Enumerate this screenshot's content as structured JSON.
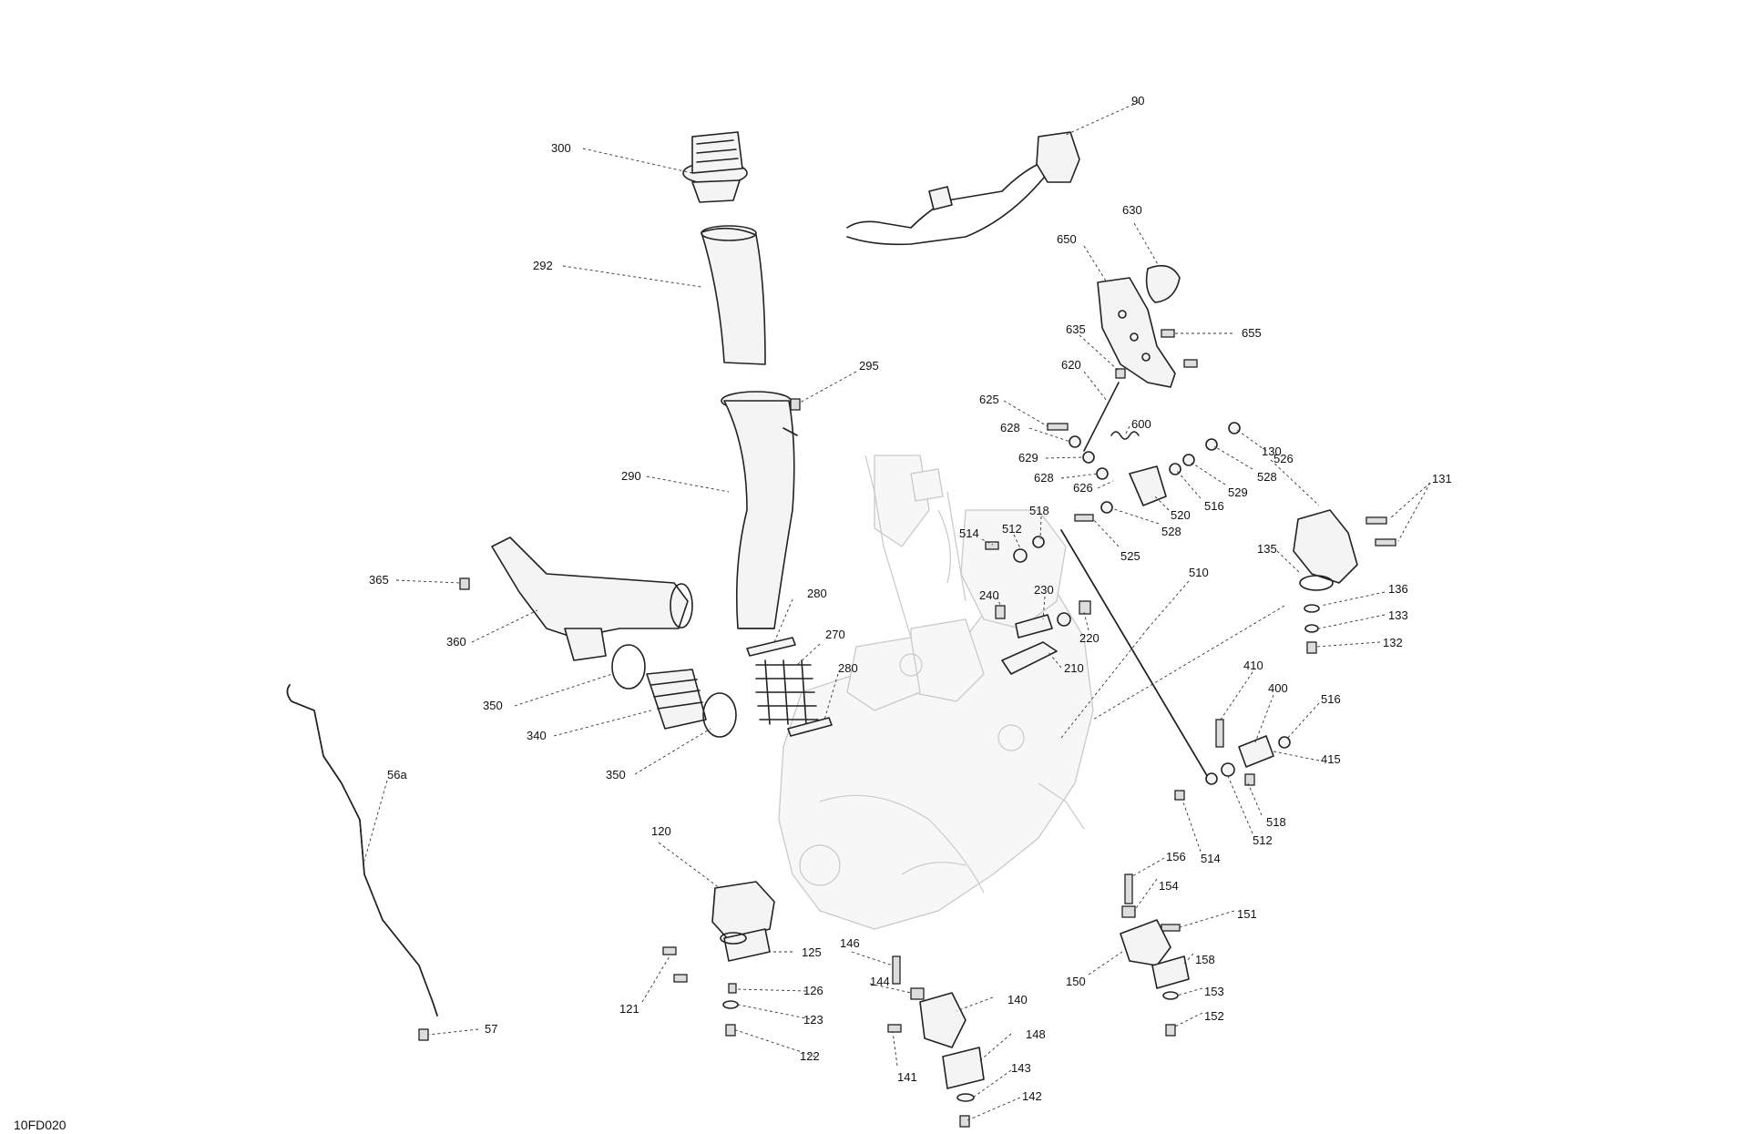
{
  "figure_ref": "10FD020",
  "callouts": [
    {
      "id": "c300",
      "label": "300"
    },
    {
      "id": "c292",
      "label": "292"
    },
    {
      "id": "c295",
      "label": "295"
    },
    {
      "id": "c290",
      "label": "290"
    },
    {
      "id": "c365",
      "label": "365"
    },
    {
      "id": "c360",
      "label": "360"
    },
    {
      "id": "c280a",
      "label": "280"
    },
    {
      "id": "c270",
      "label": "270"
    },
    {
      "id": "c280b",
      "label": "280"
    },
    {
      "id": "c350a",
      "label": "350"
    },
    {
      "id": "c340",
      "label": "340"
    },
    {
      "id": "c350b",
      "label": "350"
    },
    {
      "id": "c56a",
      "label": "56a"
    },
    {
      "id": "c57",
      "label": "57"
    },
    {
      "id": "c120",
      "label": "120"
    },
    {
      "id": "c125",
      "label": "125"
    },
    {
      "id": "c121",
      "label": "121"
    },
    {
      "id": "c126",
      "label": "126"
    },
    {
      "id": "c123",
      "label": "123"
    },
    {
      "id": "c122",
      "label": "122"
    },
    {
      "id": "c146",
      "label": "146"
    },
    {
      "id": "c144",
      "label": "144"
    },
    {
      "id": "c140",
      "label": "140"
    },
    {
      "id": "c141",
      "label": "141"
    },
    {
      "id": "c148",
      "label": "148"
    },
    {
      "id": "c143",
      "label": "143"
    },
    {
      "id": "c142",
      "label": "142"
    },
    {
      "id": "c90",
      "label": "90"
    },
    {
      "id": "c630",
      "label": "630"
    },
    {
      "id": "c650",
      "label": "650"
    },
    {
      "id": "c635",
      "label": "635"
    },
    {
      "id": "c655",
      "label": "655"
    },
    {
      "id": "c620",
      "label": "620"
    },
    {
      "id": "c625",
      "label": "625"
    },
    {
      "id": "c600",
      "label": "600"
    },
    {
      "id": "c628a",
      "label": "628"
    },
    {
      "id": "c629",
      "label": "629"
    },
    {
      "id": "c628b",
      "label": "628"
    },
    {
      "id": "c626",
      "label": "626"
    },
    {
      "id": "c526",
      "label": "526"
    },
    {
      "id": "c528a",
      "label": "528"
    },
    {
      "id": "c529",
      "label": "529"
    },
    {
      "id": "c516a",
      "label": "516"
    },
    {
      "id": "c520",
      "label": "520"
    },
    {
      "id": "c528b",
      "label": "528"
    },
    {
      "id": "c525",
      "label": "525"
    },
    {
      "id": "c518a",
      "label": "518"
    },
    {
      "id": "c512a",
      "label": "512"
    },
    {
      "id": "c514a",
      "label": "514"
    },
    {
      "id": "c230",
      "label": "230"
    },
    {
      "id": "c240",
      "label": "240"
    },
    {
      "id": "c220",
      "label": "220"
    },
    {
      "id": "c210",
      "label": "210"
    },
    {
      "id": "c510",
      "label": "510"
    },
    {
      "id": "c130",
      "label": "130"
    },
    {
      "id": "c131",
      "label": "131"
    },
    {
      "id": "c135",
      "label": "135"
    },
    {
      "id": "c136",
      "label": "136"
    },
    {
      "id": "c133",
      "label": "133"
    },
    {
      "id": "c132",
      "label": "132"
    },
    {
      "id": "c410",
      "label": "410"
    },
    {
      "id": "c400",
      "label": "400"
    },
    {
      "id": "c516b",
      "label": "516"
    },
    {
      "id": "c415",
      "label": "415"
    },
    {
      "id": "c518b",
      "label": "518"
    },
    {
      "id": "c512b",
      "label": "512"
    },
    {
      "id": "c514b",
      "label": "514"
    },
    {
      "id": "c156",
      "label": "156"
    },
    {
      "id": "c154",
      "label": "154"
    },
    {
      "id": "c151",
      "label": "151"
    },
    {
      "id": "c150",
      "label": "150"
    },
    {
      "id": "c158",
      "label": "158"
    },
    {
      "id": "c153",
      "label": "153"
    },
    {
      "id": "c152",
      "label": "152"
    }
  ]
}
